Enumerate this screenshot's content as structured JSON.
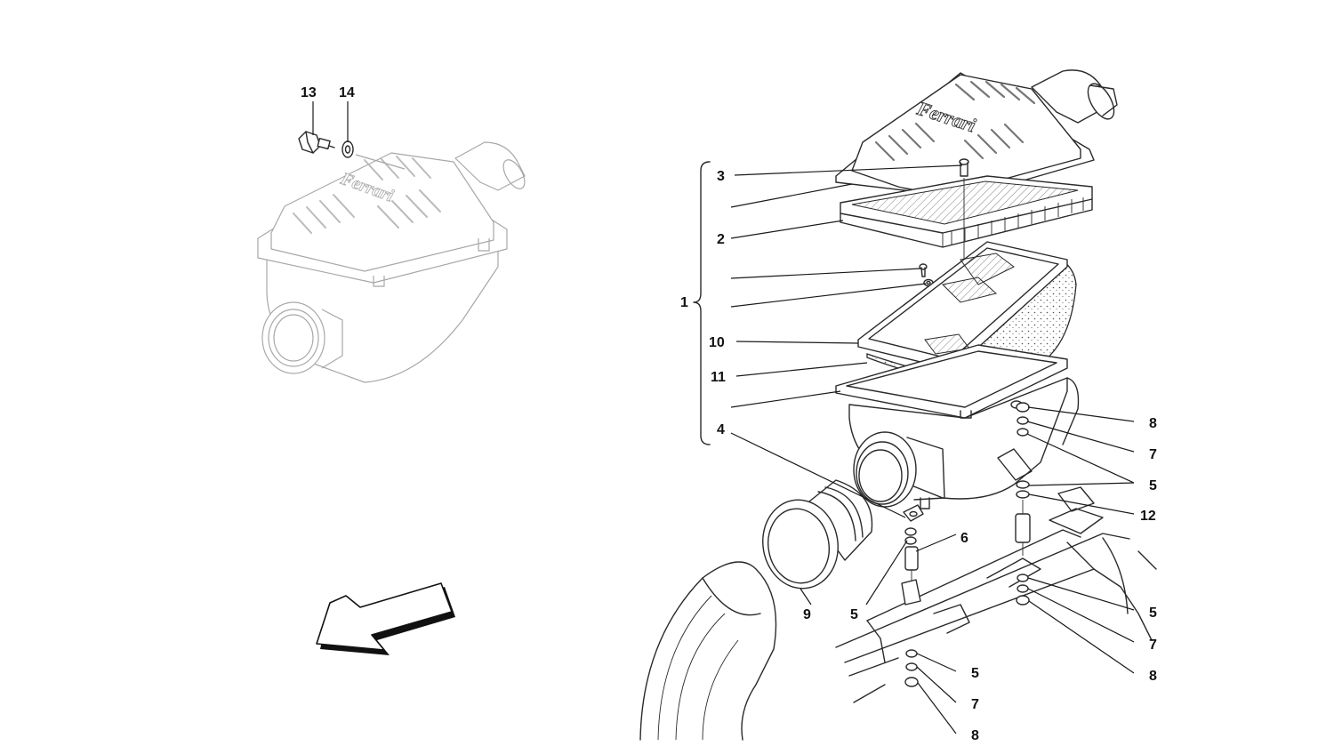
{
  "logo_text": "Ferrari",
  "callouts": {
    "c1": "1",
    "c2": "2",
    "c3": "3",
    "c4": "4",
    "c5a": "5",
    "c5b": "5",
    "c5c": "5",
    "c5d": "5",
    "c6": "6",
    "c7a": "7",
    "c7b": "7",
    "c7c": "7",
    "c8a": "8",
    "c8b": "8",
    "c8c": "8",
    "c9": "9",
    "c10": "10",
    "c11": "11",
    "c12": "12",
    "c13": "13",
    "c14": "14"
  },
  "colors": {
    "line": "#2a2a2a",
    "ghost": "#a8a8a8",
    "arrow_shadow": "#111111"
  }
}
